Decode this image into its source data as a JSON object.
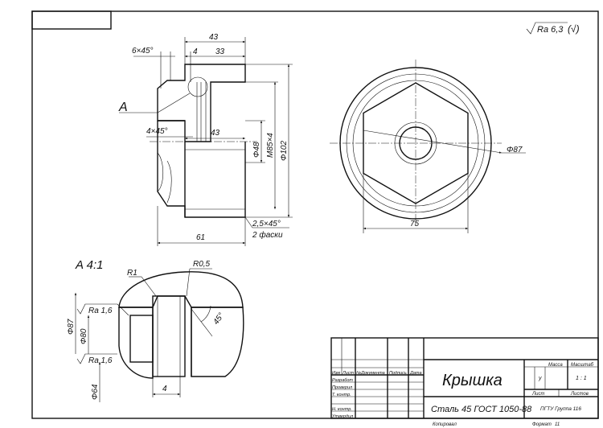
{
  "roughness_general": "Ra 6,3",
  "roughness_general_paren": "(√)",
  "view_main": {
    "dims": {
      "chamfer_top": "6×45°",
      "len_total": "43",
      "len_4": "4",
      "len_33": "33",
      "section_letter": "A",
      "chamfer_inner": "4×45°",
      "len_inner": "43",
      "dia_48": "Φ48",
      "thread": "M85×4",
      "dia_102": "Φ102",
      "chamfer_bottom": "2,5×45°",
      "chamfer_bottom_note": "2 фаски",
      "len_61": "61"
    }
  },
  "view_side": {
    "dia_87": "Φ87",
    "width_75": "75"
  },
  "detail": {
    "title": "A 4:1",
    "r1": "R1",
    "r05": "R0,5",
    "angle": "45°",
    "dia_87": "Φ87",
    "dia_80": "Φ80",
    "dia_64": "Φ64",
    "ra_top": "Ra 1,6",
    "ra_bottom": "Ra 1,6",
    "len_4": "4"
  },
  "title_block": {
    "part_name": "Крышка",
    "material": "Сталь 45 ГОСТ 1050-88",
    "col_izm": "Изм",
    "col_list": "Лист",
    "col_doc": "№Документа",
    "col_sign": "Подпись",
    "col_date": "Дата",
    "row_razrab": "Разработ",
    "row_prover": "Проверил",
    "row_tkontr": "Т. контр.",
    "row_nkontr": "Н. контр.",
    "row_utverd": "Утвердил",
    "litera_u": "у",
    "massa": "Масса",
    "masshtab": "Масштаб",
    "scale_value": "1 : 1",
    "list_label": "Лист",
    "listov_label": "Листов",
    "org": "ПГТУ Группа 116",
    "kopiroval": "Копировал",
    "format_label": "Формат",
    "format_value": "11"
  }
}
